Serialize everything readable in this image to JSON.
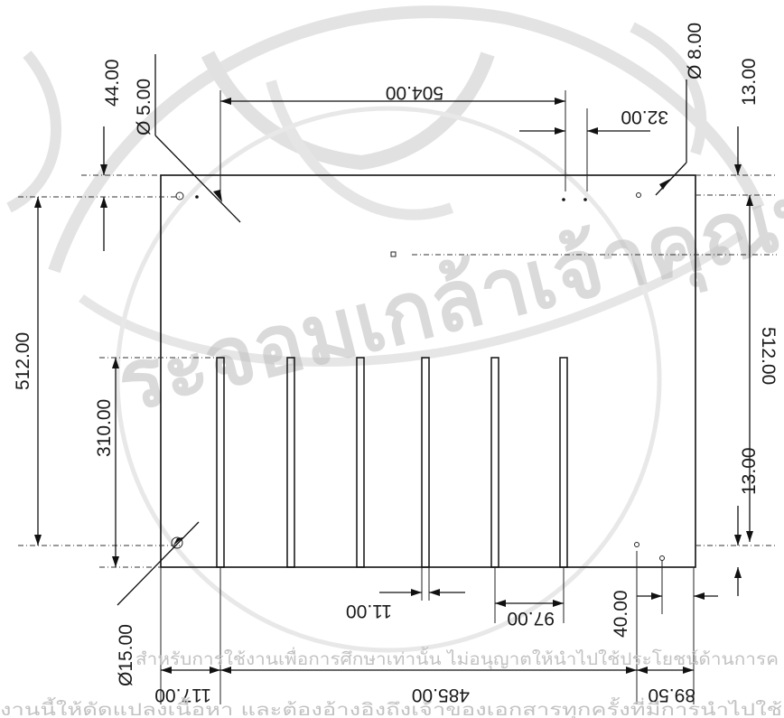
{
  "watermark": {
    "line1": "สำหรับการใช้งานเพื่อการศึกษาเท่านั้น ไม่อนุญาตให้นำไปใช้ประโยชน์ด้านการค",
    "line2": "งานนี้ให้ดัดแปลงเนื้อหา และต้องอ้างอิงถึงเจ้าของเอกสารทุกครั้งที่มีการนำไปใช้",
    "arc_text": "ระจอมเกล้าเจ้าคุณทหาร",
    "emblem_name": "university-seal-watermark"
  },
  "dimensions": {
    "d_504": "504.00",
    "d_44": "44.00",
    "d_dia5": "Ø 5.00",
    "d_dia8": "Ø 8.00",
    "d_13_top": "13.00",
    "d_32": "32.00",
    "d_512_left": "512.00",
    "d_512_right": "512.00",
    "d_310": "310.00",
    "d_13_bottom": "13.00",
    "d_11": "11.00",
    "d_97": "97.00",
    "d_40": "40.00",
    "d_dia15": "Ø15.00",
    "d_117": "117.00",
    "d_485": "485.00",
    "d_89_5": "89.50"
  },
  "colors": {
    "line": "#111111",
    "watermark": "#bdbdbd"
  }
}
